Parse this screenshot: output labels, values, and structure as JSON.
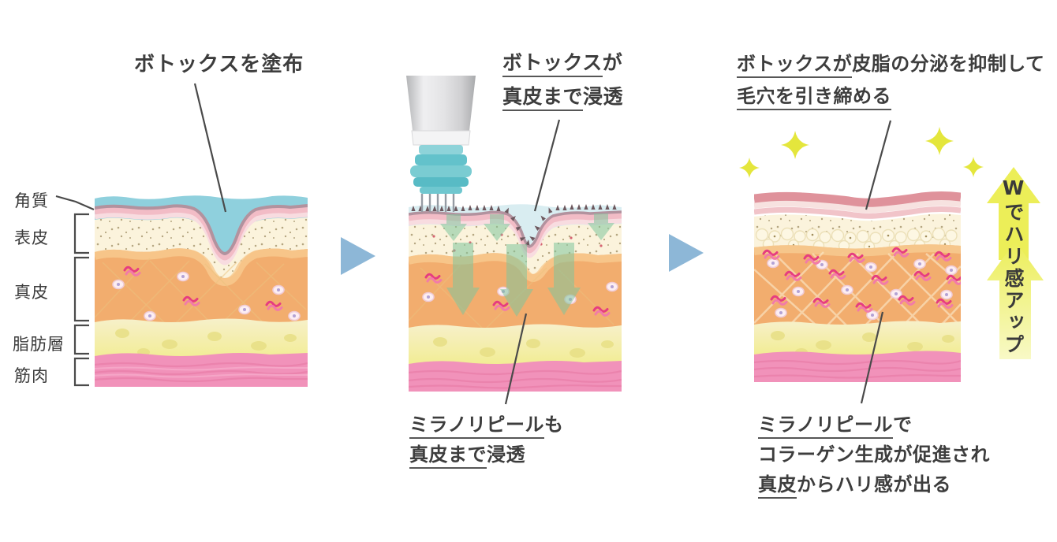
{
  "figure": {
    "panel1": {
      "title": "ボトックスを塗布",
      "labels": {
        "corneum": "角質",
        "epidermis": "表皮",
        "dermis": "真皮",
        "fat": "脂肪層",
        "muscle": "筋肉"
      }
    },
    "panel2": {
      "title": {
        "l1u": "ボトックス",
        "l1r": "が",
        "l2u": "真皮まで",
        "l2r": "浸透"
      },
      "caption": {
        "l1u": "ミラノリピール",
        "l1r": "も",
        "l2u": "真皮まで",
        "l2r": "浸透"
      }
    },
    "panel3": {
      "title": {
        "l1u": "ボトックスが",
        "l1r": "皮脂の分泌を抑制して",
        "l2u": "毛穴を引き締める"
      },
      "caption": {
        "l1u": "ミラノリピール",
        "l1r": "で",
        "l2": "コラーゲン生成が促進され",
        "l3u": "真皮",
        "l3r": "からハリ感が出る"
      },
      "up_arrow_text": "Wでハリ感アップ"
    }
  },
  "palette": {
    "botox_liquid": "#8fd0dd",
    "diluted_liquid": "#d9edf1",
    "stratum_corneum": "#b2929e",
    "pink_band": "#f2bcc6",
    "light_pink_band": "#f8dce0",
    "epidermis": "#fbf3dc",
    "dermis": "#f2ad6e",
    "fat": "#f1ec8c",
    "muscle": "#f192ba",
    "collagen_squiggle": "#e63d80",
    "green_arrow": "#7fc49c",
    "step_arrow": "#8db7d7",
    "sparkle": "#e4e63c",
    "up_arrow": "#ecee58",
    "rose_surface": "#df929b",
    "text": "#3d3d3d"
  }
}
